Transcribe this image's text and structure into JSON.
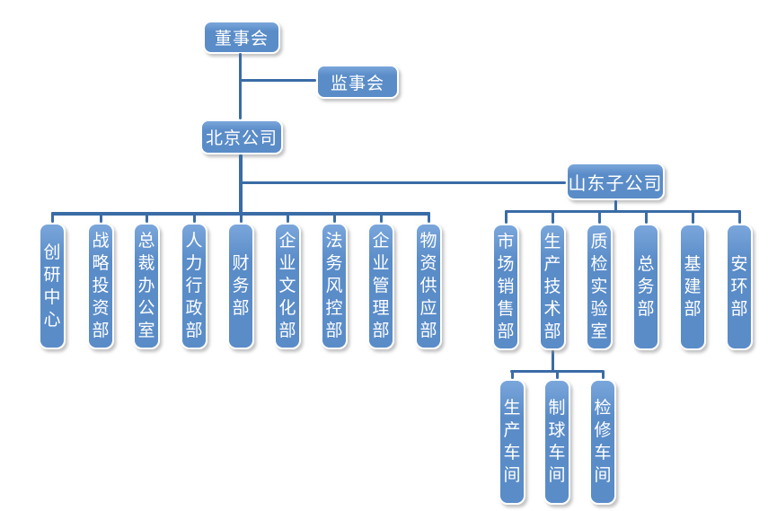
{
  "org_chart": {
    "board": {
      "label": "董事会"
    },
    "supervisory": {
      "label": "监事会"
    },
    "beijing": {
      "label": "北京公司",
      "departments": [
        "创研中心",
        "战略投资部",
        "总裁办公室",
        "人力行政部",
        "财务部",
        "企业文化部",
        "法务风控部",
        "企业管理部",
        "物资供应部"
      ]
    },
    "shandong": {
      "label": "山东子公司",
      "departments": [
        "市场销售部",
        "生产技术部",
        "质检实验室",
        "总务部",
        "基建部",
        "安环部"
      ],
      "workshops": [
        "生产车间",
        "制球车间",
        "检修车间"
      ]
    }
  },
  "colors": {
    "node_fill": "#5a8cc8",
    "node_fill_top": "#7aa6db",
    "node_border": "#ffffff",
    "node_text": "#ffffff",
    "connector": "#3a6ca6",
    "shadow": "rgba(145,145,145,0.55)"
  }
}
